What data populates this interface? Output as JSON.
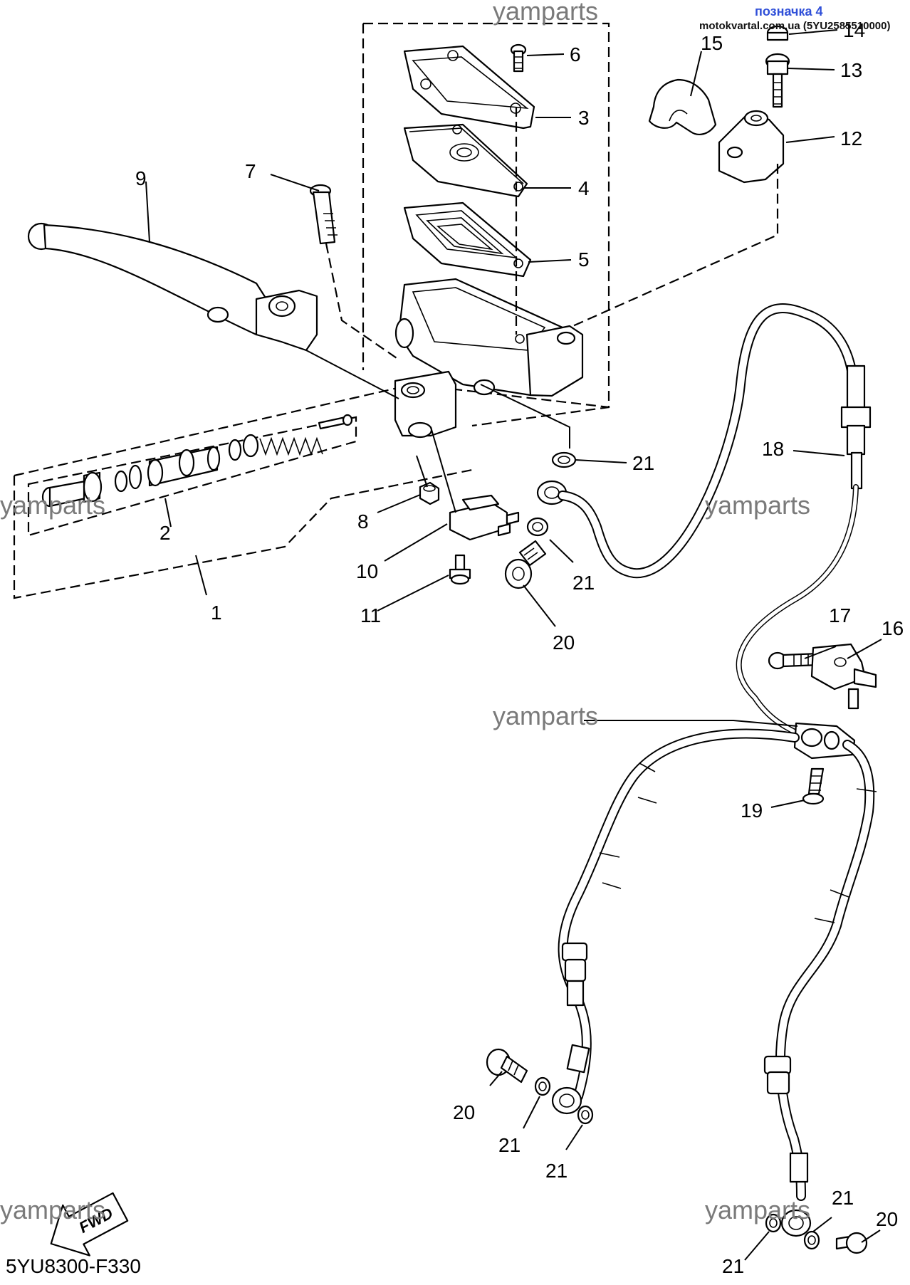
{
  "header": {
    "label": "позначка 4",
    "label_color": "#2f4fd8",
    "source": "motokvartal.com.ua (5YU2585510000)"
  },
  "watermark": "yamparts",
  "diagram_code": "5YU8300-F330",
  "fwd_label": "FWD",
  "callouts": [
    "1",
    "2",
    "3",
    "4",
    "5",
    "6",
    "7",
    "8",
    "9",
    "10",
    "11",
    "12",
    "13",
    "14",
    "15",
    "16",
    "17",
    "18",
    "19",
    "20",
    "21"
  ]
}
